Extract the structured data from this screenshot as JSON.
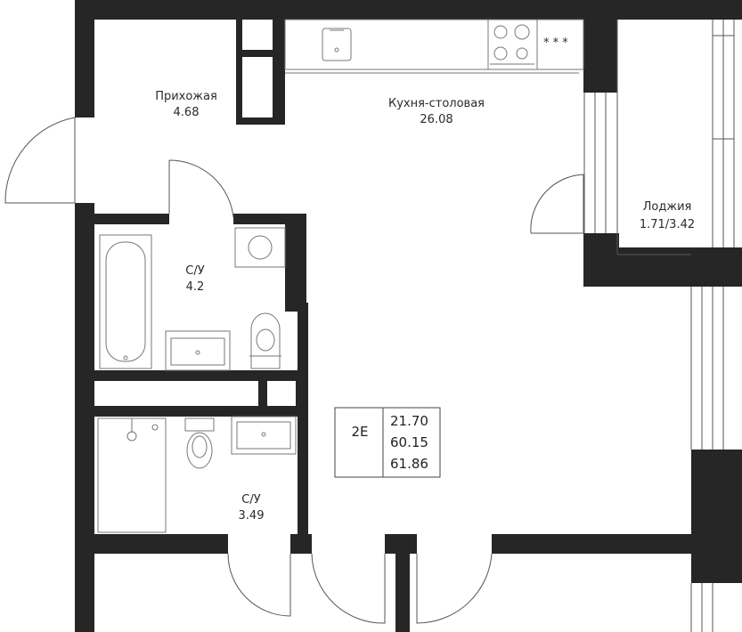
{
  "colors": {
    "wall": "#262626",
    "line": "#555555",
    "fixture": "#777777"
  },
  "rooms": {
    "hallway": {
      "name": "Прихожая",
      "area": "4.68"
    },
    "kitchen": {
      "name": "Кухня-столовая",
      "area": "26.08"
    },
    "loggia": {
      "name": "Лоджия",
      "area": "1.71/3.42"
    },
    "bath1": {
      "name": "С/У",
      "area": "4.2"
    },
    "bath2": {
      "name": "С/У",
      "area": "3.49"
    }
  },
  "stove_marks": "* * *",
  "legend": {
    "code": "2E",
    "values": [
      "21.70",
      "60.15",
      "61.86"
    ]
  }
}
